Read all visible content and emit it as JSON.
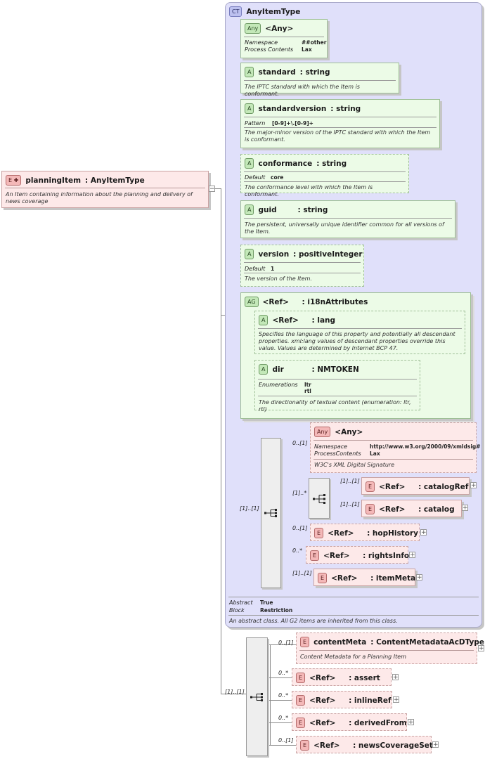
{
  "complex_type": {
    "badge": "CT",
    "name": "AnyItemType",
    "abstract_label": "Abstract",
    "abstract_value": "True",
    "block_label": "Block",
    "block_value": "Restriction",
    "doc": "An abstract class. All G2 items are inherited from this class."
  },
  "root": {
    "badge": "E",
    "name": "planningItem",
    "type": ": AnyItemType",
    "doc": "An Item containing information about the planning and delivery of news coverage"
  },
  "any_attr": {
    "badge": "Any",
    "name": "<Any>",
    "ns_label": "Namespace",
    "ns_value": "##other",
    "pc_label": "Process Contents",
    "pc_value": "Lax"
  },
  "attrs": {
    "standard": {
      "badge": "A",
      "name": "standard",
      "type": ": string",
      "doc": "The IPTC standard with which the Item is conformant."
    },
    "standardversion": {
      "badge": "A",
      "name": "standardversion",
      "type": ": string",
      "pattern_label": "Pattern",
      "pattern_value": "[0-9]+\\.[0-9]+",
      "doc": "The major-minor version of the IPTC standard with which the Item is conformant."
    },
    "conformance": {
      "badge": "A",
      "name": "conformance",
      "type": ": string",
      "default_label": "Default",
      "default_value": "core",
      "doc": "The conformance level with which the Item is conformant."
    },
    "guid": {
      "badge": "A",
      "name": "guid",
      "type": ": string",
      "doc": "The persistent, universally unique identifier common for all versions of the Item."
    },
    "version": {
      "badge": "A",
      "name": "version",
      "type": ": positiveInteger",
      "default_label": "Default",
      "default_value": "1",
      "doc": "The version of the Item."
    }
  },
  "attr_group": {
    "badge": "AG",
    "ref": "<Ref>",
    "name": ": i18nAttributes",
    "lang": {
      "badge": "A",
      "ref": "<Ref>",
      "name": ": lang",
      "doc": "Specifies the language of this property and potentially all descendant properties. xml:lang values of descendant properties override this value. Values are determined by Internet BCP 47."
    },
    "dir": {
      "badge": "A",
      "name": "dir",
      "type": ": NMTOKEN",
      "enum_label": "Enumerations",
      "enum_1": "ltr",
      "enum_2": "rtl",
      "doc": "The directionality of textual content (enumeration: ltr, rtl)"
    }
  },
  "inner_seq": {
    "card": "[1]..[1]",
    "any_el": {
      "card": "0..[1]",
      "badge": "Any",
      "name": "<Any>",
      "ns_label": "Namespace",
      "ns_value": "http://www.w3.org/2000/09/xmldsig#",
      "pc_label": "ProcessContents",
      "pc_value": "Lax",
      "doc": "W3C's XML Digital Signature"
    },
    "choice_card": "[1]..*",
    "catalogRef": {
      "card": "[1]..[1]",
      "badge": "E",
      "ref": "<Ref>",
      "name": ": catalogRef"
    },
    "catalog": {
      "card": "[1]..[1]",
      "badge": "E",
      "ref": "<Ref>",
      "name": ": catalog"
    },
    "hopHistory": {
      "card": "0..[1]",
      "badge": "E",
      "ref": "<Ref>",
      "name": ": hopHistory"
    },
    "rightsInfo": {
      "card": "0..*",
      "badge": "E",
      "ref": "<Ref>",
      "name": ": rightsInfo"
    },
    "itemMeta": {
      "card": "[1]..[1]",
      "badge": "E",
      "ref": "<Ref>",
      "name": ": itemMeta"
    }
  },
  "outer_seq": {
    "card": "[1]..[1]",
    "contentMeta": {
      "card": "0..[1]",
      "badge": "E",
      "name": "contentMeta",
      "type": ": ContentMetadataAcDType",
      "doc": "Content Metadata for a Planning Item"
    },
    "assert": {
      "card": "0..*",
      "badge": "E",
      "ref": "<Ref>",
      "name": ": assert"
    },
    "inlineRef": {
      "card": "0..*",
      "badge": "E",
      "ref": "<Ref>",
      "name": ": inlineRef"
    },
    "derivedFrom": {
      "card": "0..*",
      "badge": "E",
      "ref": "<Ref>",
      "name": ": derivedFrom"
    },
    "newsCoverageSet": {
      "card": "0..[1]",
      "badge": "E",
      "ref": "<Ref>",
      "name": ": newsCoverageSet"
    }
  },
  "symbols": {
    "plus": "+",
    "minus": "−"
  }
}
